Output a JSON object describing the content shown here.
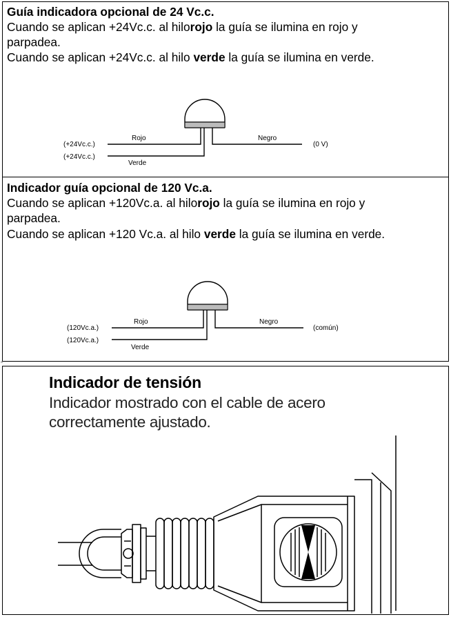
{
  "section1": {
    "title": "Guía indicadora opcional de 24 Vc.c.",
    "line1": [
      "Cuando se aplican +24Vc.c. al hilo",
      "rojo",
      " la guía  se ilumina en rojo y"
    ],
    "line2": "parpadea.",
    "line3": [
      "Cuando se aplican +24Vc.c. al hilo ",
      "verde",
      " la guía  se ilumina en verde."
    ],
    "diagram": {
      "left_top": "(+24Vc.c.)",
      "left_bottom": "(+24Vc.c.)",
      "wire_red": "Rojo",
      "wire_green": "Verde",
      "wire_black": "Negro",
      "right": "(0 V)"
    }
  },
  "section2": {
    "title": "Indicador guía  opcional de 120 Vc.a.",
    "line1": [
      "Cuando se aplican +120Vc.a. al hilo",
      "rojo",
      " la guía  se ilumina en rojo y"
    ],
    "line2": "parpadea.",
    "line3": [
      "Cuando se aplican +120 Vc.a. al hilo ",
      "verde",
      " la guía  se ilumina en verde."
    ],
    "diagram": {
      "left_top": "(120Vc.a.)",
      "left_bottom": "(120Vc.a.)",
      "wire_red": "Rojo",
      "wire_green": "Verde",
      "wire_black": "Negro",
      "right": "(común)"
    }
  },
  "section3": {
    "title": "Indicador de tensión",
    "line1": "Indicador mostrado con el cable de acero",
    "line2": "correctamente ajustado."
  },
  "margin_mark": "a"
}
